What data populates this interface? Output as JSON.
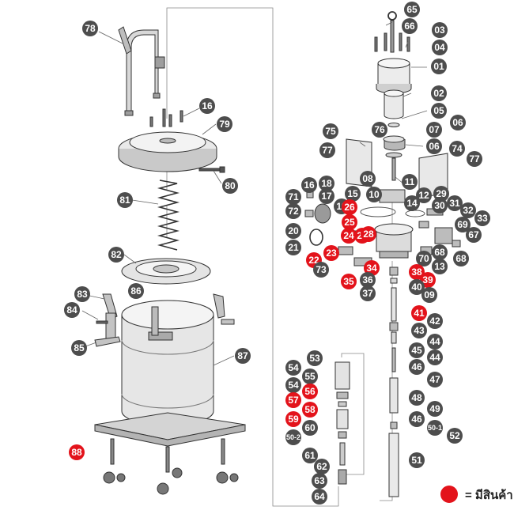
{
  "colors": {
    "callout_grey": "#4d4d4d",
    "callout_red": "#e3131b",
    "label_text": "#ffffff",
    "line": "#666666"
  },
  "legend": {
    "label": "= มีสินค้า"
  },
  "callouts": [
    {
      "id": "78",
      "label": "78",
      "status": "grey"
    },
    {
      "id": "16a",
      "label": "16",
      "status": "grey"
    },
    {
      "id": "79",
      "label": "79",
      "status": "grey"
    },
    {
      "id": "80",
      "label": "80",
      "status": "grey"
    },
    {
      "id": "81",
      "label": "81",
      "status": "grey"
    },
    {
      "id": "82",
      "label": "82",
      "status": "grey"
    },
    {
      "id": "83",
      "label": "83",
      "status": "grey"
    },
    {
      "id": "86",
      "label": "86",
      "status": "grey"
    },
    {
      "id": "84",
      "label": "84",
      "status": "grey"
    },
    {
      "id": "85",
      "label": "85",
      "status": "grey"
    },
    {
      "id": "87",
      "label": "87",
      "status": "grey"
    },
    {
      "id": "88",
      "label": "88",
      "status": "red"
    },
    {
      "id": "65",
      "label": "65",
      "status": "grey"
    },
    {
      "id": "66",
      "label": "66",
      "status": "grey"
    },
    {
      "id": "03",
      "label": "03",
      "status": "grey"
    },
    {
      "id": "04",
      "label": "04",
      "status": "grey"
    },
    {
      "id": "01",
      "label": "01",
      "status": "grey"
    },
    {
      "id": "02",
      "label": "02",
      "status": "grey"
    },
    {
      "id": "05",
      "label": "05",
      "status": "grey"
    },
    {
      "id": "06a",
      "label": "06",
      "status": "grey"
    },
    {
      "id": "07",
      "label": "07",
      "status": "grey"
    },
    {
      "id": "06b",
      "label": "06",
      "status": "grey"
    },
    {
      "id": "74",
      "label": "74",
      "status": "grey"
    },
    {
      "id": "77a",
      "label": "77",
      "status": "grey"
    },
    {
      "id": "75",
      "label": "75",
      "status": "grey"
    },
    {
      "id": "76",
      "label": "76",
      "status": "grey"
    },
    {
      "id": "77b",
      "label": "77",
      "status": "grey"
    },
    {
      "id": "08",
      "label": "08",
      "status": "grey"
    },
    {
      "id": "11",
      "label": "11",
      "status": "grey"
    },
    {
      "id": "10",
      "label": "10",
      "status": "grey"
    },
    {
      "id": "18",
      "label": "18",
      "status": "grey"
    },
    {
      "id": "16b",
      "label": "16",
      "status": "grey"
    },
    {
      "id": "71",
      "label": "71",
      "status": "grey"
    },
    {
      "id": "17",
      "label": "17",
      "status": "grey"
    },
    {
      "id": "15",
      "label": "15",
      "status": "grey"
    },
    {
      "id": "14",
      "label": "14",
      "status": "grey"
    },
    {
      "id": "12",
      "label": "12",
      "status": "grey"
    },
    {
      "id": "29",
      "label": "29",
      "status": "grey"
    },
    {
      "id": "72",
      "label": "72",
      "status": "grey"
    },
    {
      "id": "19",
      "label": "19",
      "status": "grey"
    },
    {
      "id": "30",
      "label": "30",
      "status": "grey"
    },
    {
      "id": "31",
      "label": "31",
      "status": "grey"
    },
    {
      "id": "32",
      "label": "32",
      "status": "grey"
    },
    {
      "id": "33",
      "label": "33",
      "status": "grey"
    },
    {
      "id": "20",
      "label": "20",
      "status": "grey"
    },
    {
      "id": "26",
      "label": "26",
      "status": "red"
    },
    {
      "id": "25",
      "label": "25",
      "status": "red"
    },
    {
      "id": "24",
      "label": "24",
      "status": "red"
    },
    {
      "id": "27",
      "label": "27",
      "status": "red"
    },
    {
      "id": "28",
      "label": "28",
      "status": "red"
    },
    {
      "id": "69",
      "label": "69",
      "status": "grey"
    },
    {
      "id": "67",
      "label": "67",
      "status": "grey"
    },
    {
      "id": "21",
      "label": "21",
      "status": "grey"
    },
    {
      "id": "23",
      "label": "23",
      "status": "red"
    },
    {
      "id": "22",
      "label": "22",
      "status": "red"
    },
    {
      "id": "70",
      "label": "70",
      "status": "grey"
    },
    {
      "id": "68a",
      "label": "68",
      "status": "grey"
    },
    {
      "id": "68b",
      "label": "68",
      "status": "grey"
    },
    {
      "id": "13",
      "label": "13",
      "status": "grey"
    },
    {
      "id": "73",
      "label": "73",
      "status": "grey"
    },
    {
      "id": "34",
      "label": "34",
      "status": "red"
    },
    {
      "id": "38",
      "label": "38",
      "status": "red"
    },
    {
      "id": "35",
      "label": "35",
      "status": "red"
    },
    {
      "id": "36",
      "label": "36",
      "status": "grey"
    },
    {
      "id": "39",
      "label": "39",
      "status": "red"
    },
    {
      "id": "40",
      "label": "40",
      "status": "grey"
    },
    {
      "id": "37",
      "label": "37",
      "status": "grey"
    },
    {
      "id": "09",
      "label": "09",
      "status": "grey"
    },
    {
      "id": "41",
      "label": "41",
      "status": "red"
    },
    {
      "id": "42",
      "label": "42",
      "status": "grey"
    },
    {
      "id": "43",
      "label": "43",
      "status": "grey"
    },
    {
      "id": "44a",
      "label": "44",
      "status": "grey"
    },
    {
      "id": "45",
      "label": "45",
      "status": "grey"
    },
    {
      "id": "44b",
      "label": "44",
      "status": "grey"
    },
    {
      "id": "46a",
      "label": "46",
      "status": "grey"
    },
    {
      "id": "47",
      "label": "47",
      "status": "grey"
    },
    {
      "id": "48",
      "label": "48",
      "status": "grey"
    },
    {
      "id": "49",
      "label": "49",
      "status": "grey"
    },
    {
      "id": "46b",
      "label": "46",
      "status": "grey"
    },
    {
      "id": "50-1",
      "label": "50-1",
      "status": "grey"
    },
    {
      "id": "52",
      "label": "52",
      "status": "grey"
    },
    {
      "id": "51",
      "label": "51",
      "status": "grey"
    },
    {
      "id": "53",
      "label": "53",
      "status": "grey"
    },
    {
      "id": "54a",
      "label": "54",
      "status": "grey"
    },
    {
      "id": "55",
      "label": "55",
      "status": "grey"
    },
    {
      "id": "54b",
      "label": "54",
      "status": "grey"
    },
    {
      "id": "56",
      "label": "56",
      "status": "red"
    },
    {
      "id": "57",
      "label": "57",
      "status": "red"
    },
    {
      "id": "58",
      "label": "58",
      "status": "red"
    },
    {
      "id": "59",
      "label": "59",
      "status": "red"
    },
    {
      "id": "60",
      "label": "60",
      "status": "grey"
    },
    {
      "id": "50-2",
      "label": "50-2",
      "status": "grey"
    },
    {
      "id": "61",
      "label": "61",
      "status": "grey"
    },
    {
      "id": "62",
      "label": "62",
      "status": "grey"
    },
    {
      "id": "63",
      "label": "63",
      "status": "grey"
    },
    {
      "id": "64",
      "label": "64",
      "status": "grey"
    }
  ]
}
